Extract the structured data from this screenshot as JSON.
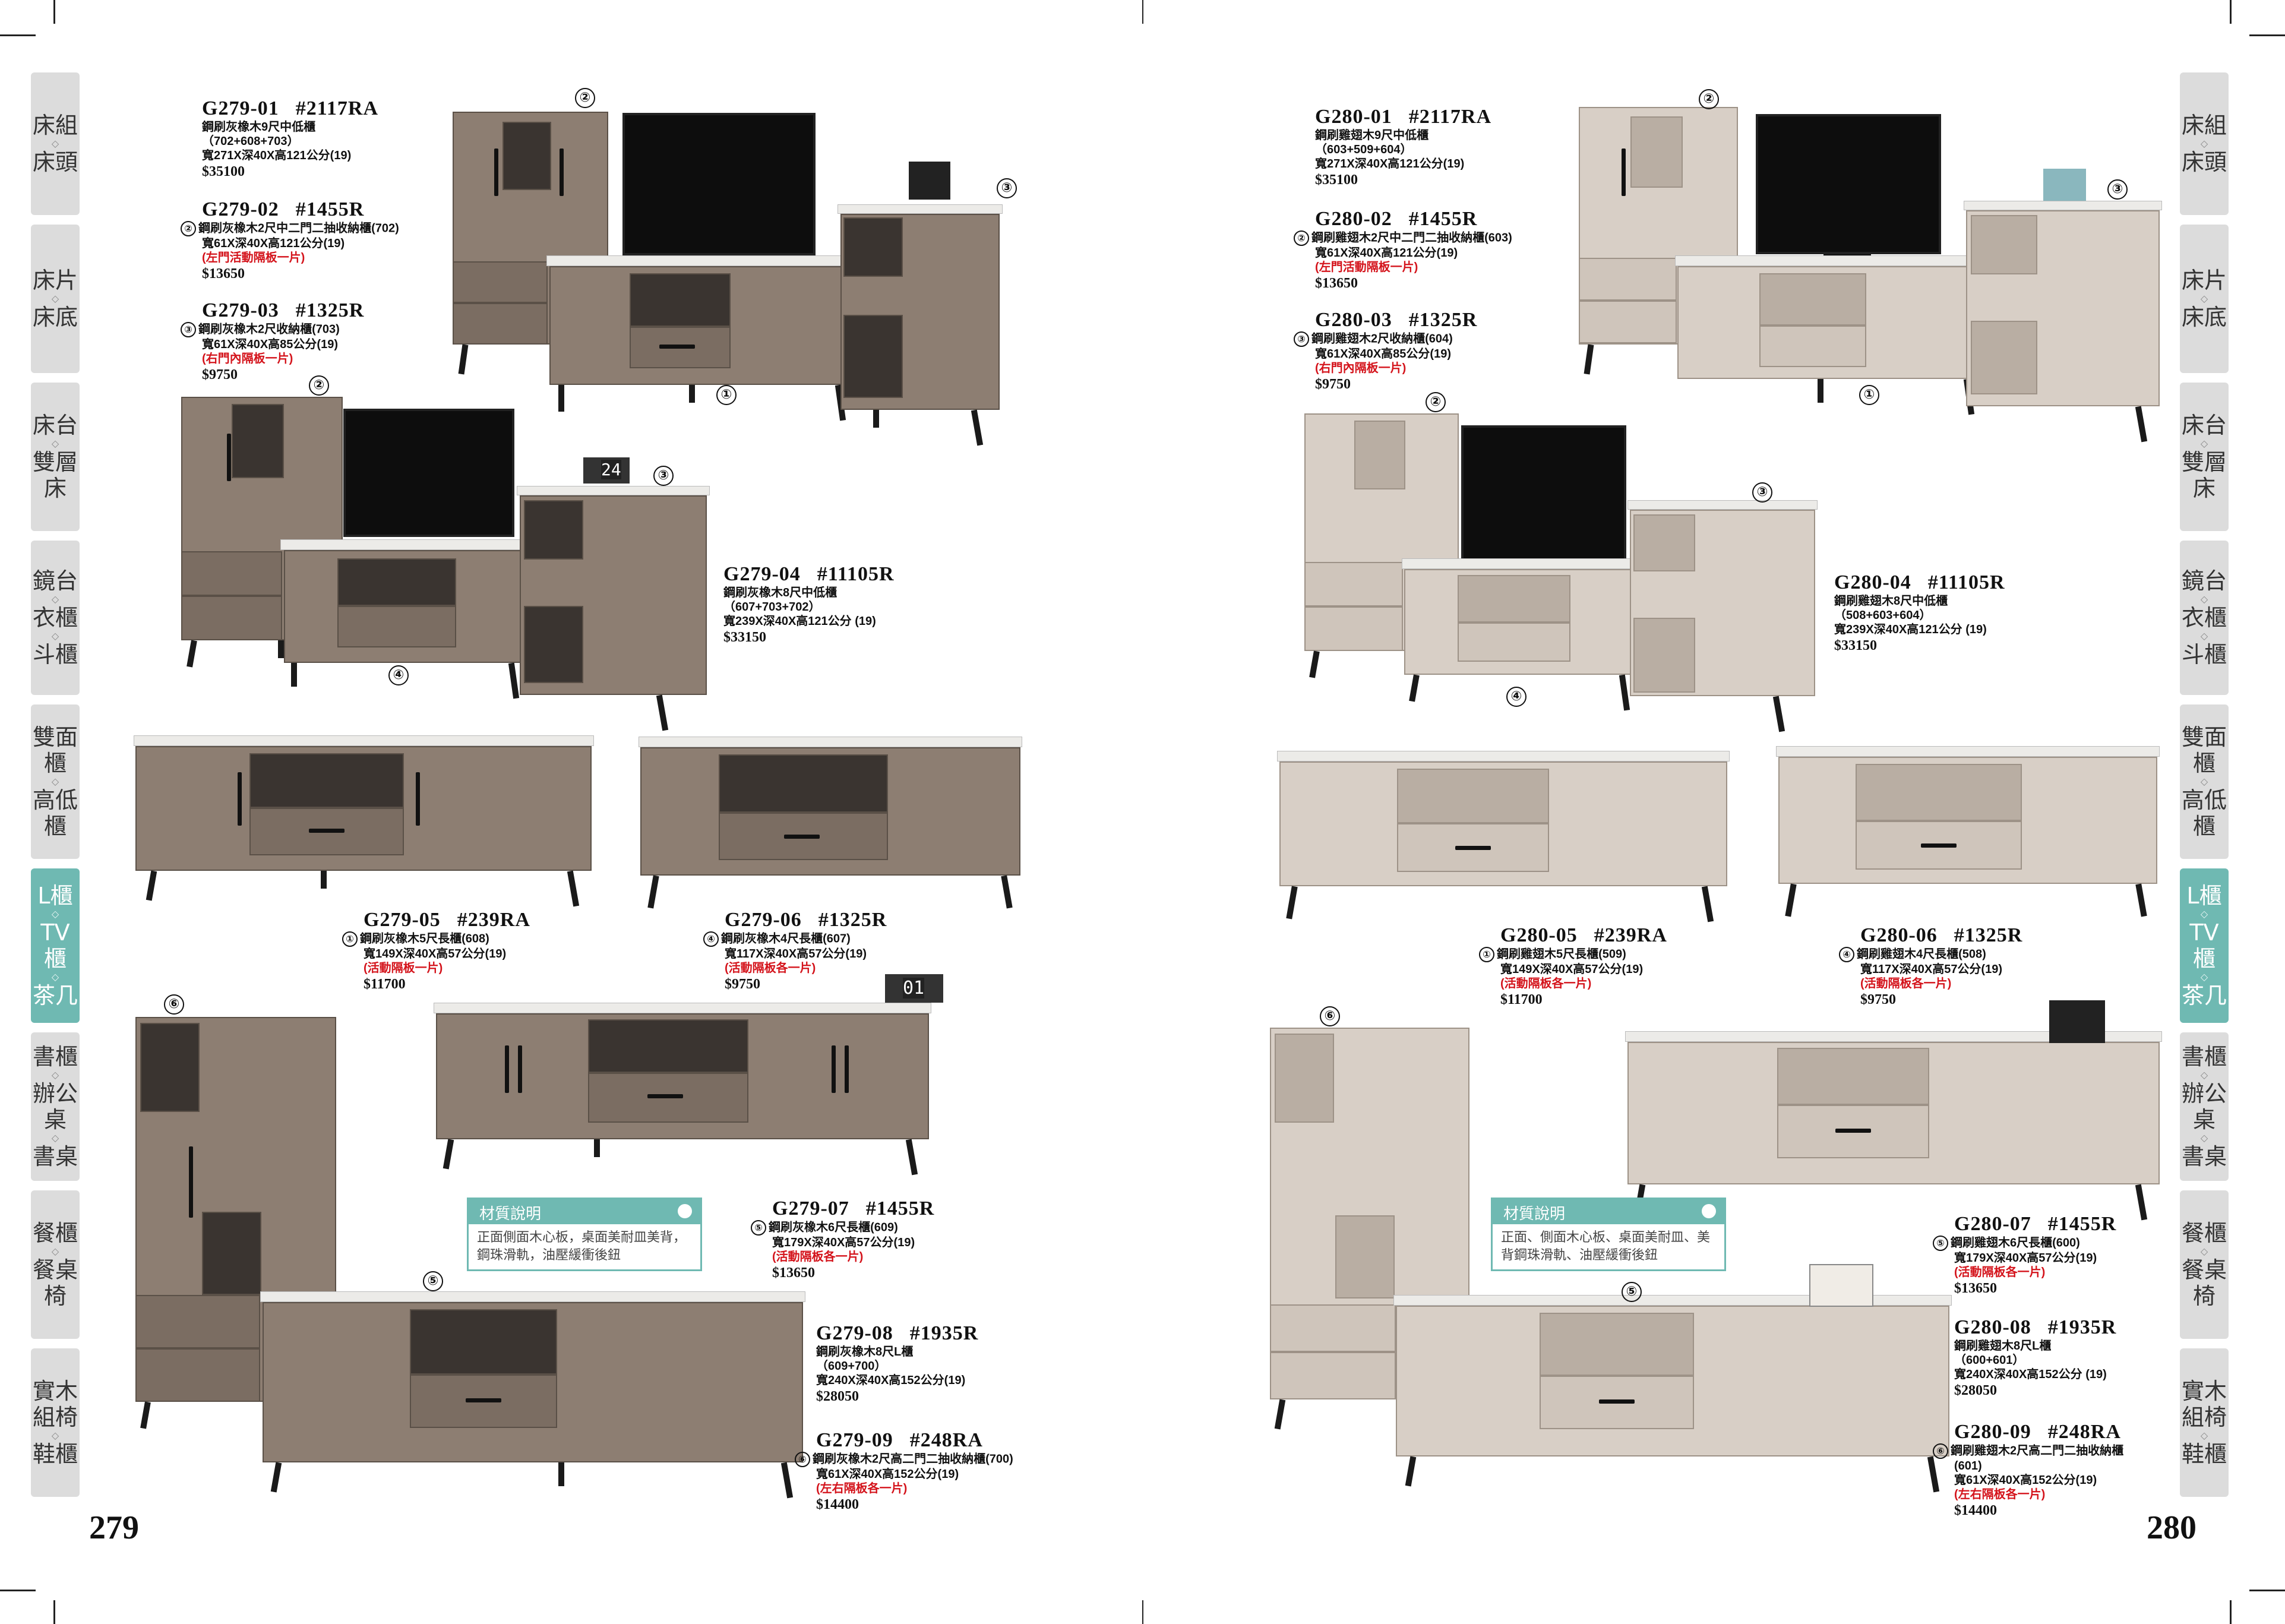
{
  "nav_left": {
    "tabs": [
      {
        "a": "床組",
        "b": "床頭",
        "active": false
      },
      {
        "a": "床片",
        "b": "床底",
        "active": false
      },
      {
        "a": "床台",
        "b": "雙層床",
        "active": false
      },
      {
        "a": "鏡台",
        "b": "衣櫃",
        "c": "斗櫃",
        "active": false
      },
      {
        "a": "雙面櫃",
        "b": "高低櫃",
        "active": false
      },
      {
        "a": "L櫃",
        "b": "TV櫃",
        "c": "茶几",
        "active": true
      },
      {
        "a": "書櫃",
        "b": "辦公桌",
        "c": "書桌",
        "active": false
      },
      {
        "a": "餐櫃",
        "b": "餐桌椅",
        "active": false
      },
      {
        "a": "實木組椅",
        "b": "鞋櫃",
        "active": false
      }
    ]
  },
  "page_numbers": {
    "left": "279",
    "right": "280"
  },
  "left_page": {
    "p01": {
      "code": "G279-01",
      "sku": "#2117RA",
      "lines": [
        "鋼刷灰橡木9尺中低櫃",
        "（702+608+703）",
        "寬271X深40X高121公分(19)"
      ],
      "price": "$35100"
    },
    "p02": {
      "code": "G279-02",
      "sku": "#1455R",
      "num": "②",
      "lines": [
        "鋼刷灰橡木2尺中二門二抽收納櫃(702)",
        "寬61X深40X高121公分(19)"
      ],
      "note": "(左門活動隔板一片)",
      "price": "$13650"
    },
    "p03": {
      "code": "G279-03",
      "sku": "#1325R",
      "num": "③",
      "lines": [
        "鋼刷灰橡木2尺收納櫃(703)",
        "寬61X深40X高85公分(19)"
      ],
      "note": "(右門內隔板一片)",
      "price": "$9750"
    },
    "p04": {
      "code": "G279-04",
      "sku": "#11105R",
      "lines": [
        "鋼刷灰橡木8尺中低櫃",
        "（607+703+702）",
        "寬239X深40X高121公分 (19)"
      ],
      "price": "$33150"
    },
    "p05": {
      "code": "G279-05",
      "sku": "#239RA",
      "num": "①",
      "lines": [
        "鋼刷灰橡木5尺長櫃(608)",
        "寬149X深40X高57公分(19)"
      ],
      "note": "(活動隔板一片)",
      "price": "$11700"
    },
    "p06": {
      "code": "G279-06",
      "sku": "#1325R",
      "num": "④",
      "lines": [
        "鋼刷灰橡木4尺長櫃(607)",
        "寬117X深40X高57公分(19)"
      ],
      "note": "(活動隔板各一片)",
      "price": "$9750"
    },
    "p07": {
      "code": "G279-07",
      "sku": "#1455R",
      "num": "⑤",
      "lines": [
        "鋼刷灰橡木6尺長櫃(609)",
        "寬179X深40X高57公分(19)"
      ],
      "note": "(活動隔板各一片)",
      "price": "$13650"
    },
    "p08": {
      "code": "G279-08",
      "sku": "#1935R",
      "lines": [
        "鋼刷灰橡木8尺L櫃",
        "（609+700）",
        "寬240X深40X高152公分(19)"
      ],
      "price": "$28050"
    },
    "p09": {
      "code": "G279-09",
      "sku": "#248RA",
      "num": "⑥",
      "lines": [
        "鋼刷灰橡木2尺高二門二抽收納櫃(700)",
        "寬61X深40X高152公分(19)"
      ],
      "note": "(左右隔板各一片)",
      "price": "$14400"
    },
    "material": {
      "title": "材質說明",
      "body": "正面側面木心板，桌面美耐皿美背，鋼珠滑軌，油壓緩衝後鈕"
    },
    "props": {
      "calendar_a": "24",
      "calendar_b": "01"
    }
  },
  "right_page": {
    "p01": {
      "code": "G280-01",
      "sku": "#2117RA",
      "lines": [
        "鋼刷雞翅木9尺中低櫃",
        "（603+509+604）",
        "寬271X深40X高121公分(19)"
      ],
      "price": "$35100"
    },
    "p02": {
      "code": "G280-02",
      "sku": "#1455R",
      "num": "②",
      "lines": [
        "鋼刷雞翅木2尺中二門二抽收納櫃(603)",
        "寬61X深40X高121公分(19)"
      ],
      "note": "(左門活動隔板一片)",
      "price": "$13650"
    },
    "p03": {
      "code": "G280-03",
      "sku": "#1325R",
      "num": "③",
      "lines": [
        "鋼刷雞翅木2尺收納櫃(604)",
        "寬61X深40X高85公分(19)"
      ],
      "note": "(右門內隔板一片)",
      "price": "$9750"
    },
    "p04": {
      "code": "G280-04",
      "sku": "#11105R",
      "lines": [
        "鋼刷雞翅木8尺中低櫃",
        "（508+603+604）",
        "寬239X深40X高121公分 (19)"
      ],
      "price": "$33150"
    },
    "p05": {
      "code": "G280-05",
      "sku": "#239RA",
      "num": "①",
      "lines": [
        "鋼刷雞翅木5尺長櫃(509)",
        "寬149X深40X高57公分(19)"
      ],
      "note": "(活動隔板各一片)",
      "price": "$11700"
    },
    "p06": {
      "code": "G280-06",
      "sku": "#1325R",
      "num": "④",
      "lines": [
        "鋼刷雞翅木4尺長櫃(508)",
        "寬117X深40X高57公分(19)"
      ],
      "note": "(活動隔板各一片)",
      "price": "$9750"
    },
    "p07": {
      "code": "G280-07",
      "sku": "#1455R",
      "num": "⑤",
      "lines": [
        "鋼刷雞翅木6尺長櫃(600)",
        "寬179X深40X高57公分(19)"
      ],
      "note": "(活動隔板各一片)",
      "price": "$13650"
    },
    "p08": {
      "code": "G280-08",
      "sku": "#1935R",
      "lines": [
        "鋼刷雞翅木8尺L櫃",
        "（600+601）",
        "寬240X深40X高152公分 (19)"
      ],
      "price": "$28050"
    },
    "p09": {
      "code": "G280-09",
      "sku": "#248RA",
      "num": "⑥",
      "lines": [
        "鋼刷雞翅木2尺高二門二抽收納櫃",
        "(601)",
        "寬61X深40X高152公分(19)"
      ],
      "note": "(左右隔板各一片)",
      "price": "$14400"
    },
    "material": {
      "title": "材質說明",
      "body": "正面、側面木心板、桌面美耐皿、美背鋼珠滑軌、油壓緩衝後鈕"
    }
  },
  "callouts": {
    "c1": "①",
    "c2": "②",
    "c3": "③",
    "c4": "④",
    "c5": "⑤",
    "c6": "⑥"
  },
  "colors": {
    "gray_oak": "#8d7e72",
    "gray_oak_dark": "#6f6157",
    "ash_wood": "#d8cfc6",
    "ash_wood_dark": "#bfb4a9",
    "accent": "#6fb9b2",
    "red": "#d4131b"
  }
}
